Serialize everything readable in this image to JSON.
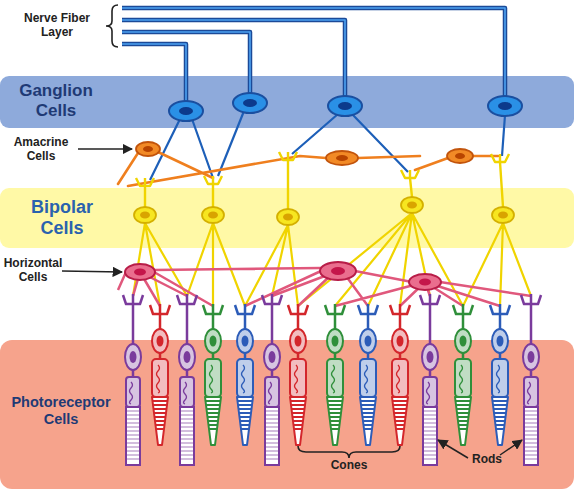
{
  "diagram": {
    "nodes": [
      {
        "text": [
          "Ganglion Cells"
        ]
      },
      {
        "text": [
          "Bipolar Cells"
        ]
      },
      {
        "text": [
          "Photoreceptor Cells"
        ]
      }
    ],
    "labels": [
      "Nerve Fiber Layer",
      "Amacrine Cells",
      "Horizontal Cells",
      "Cones",
      "Rods"
    ]
  }
}
